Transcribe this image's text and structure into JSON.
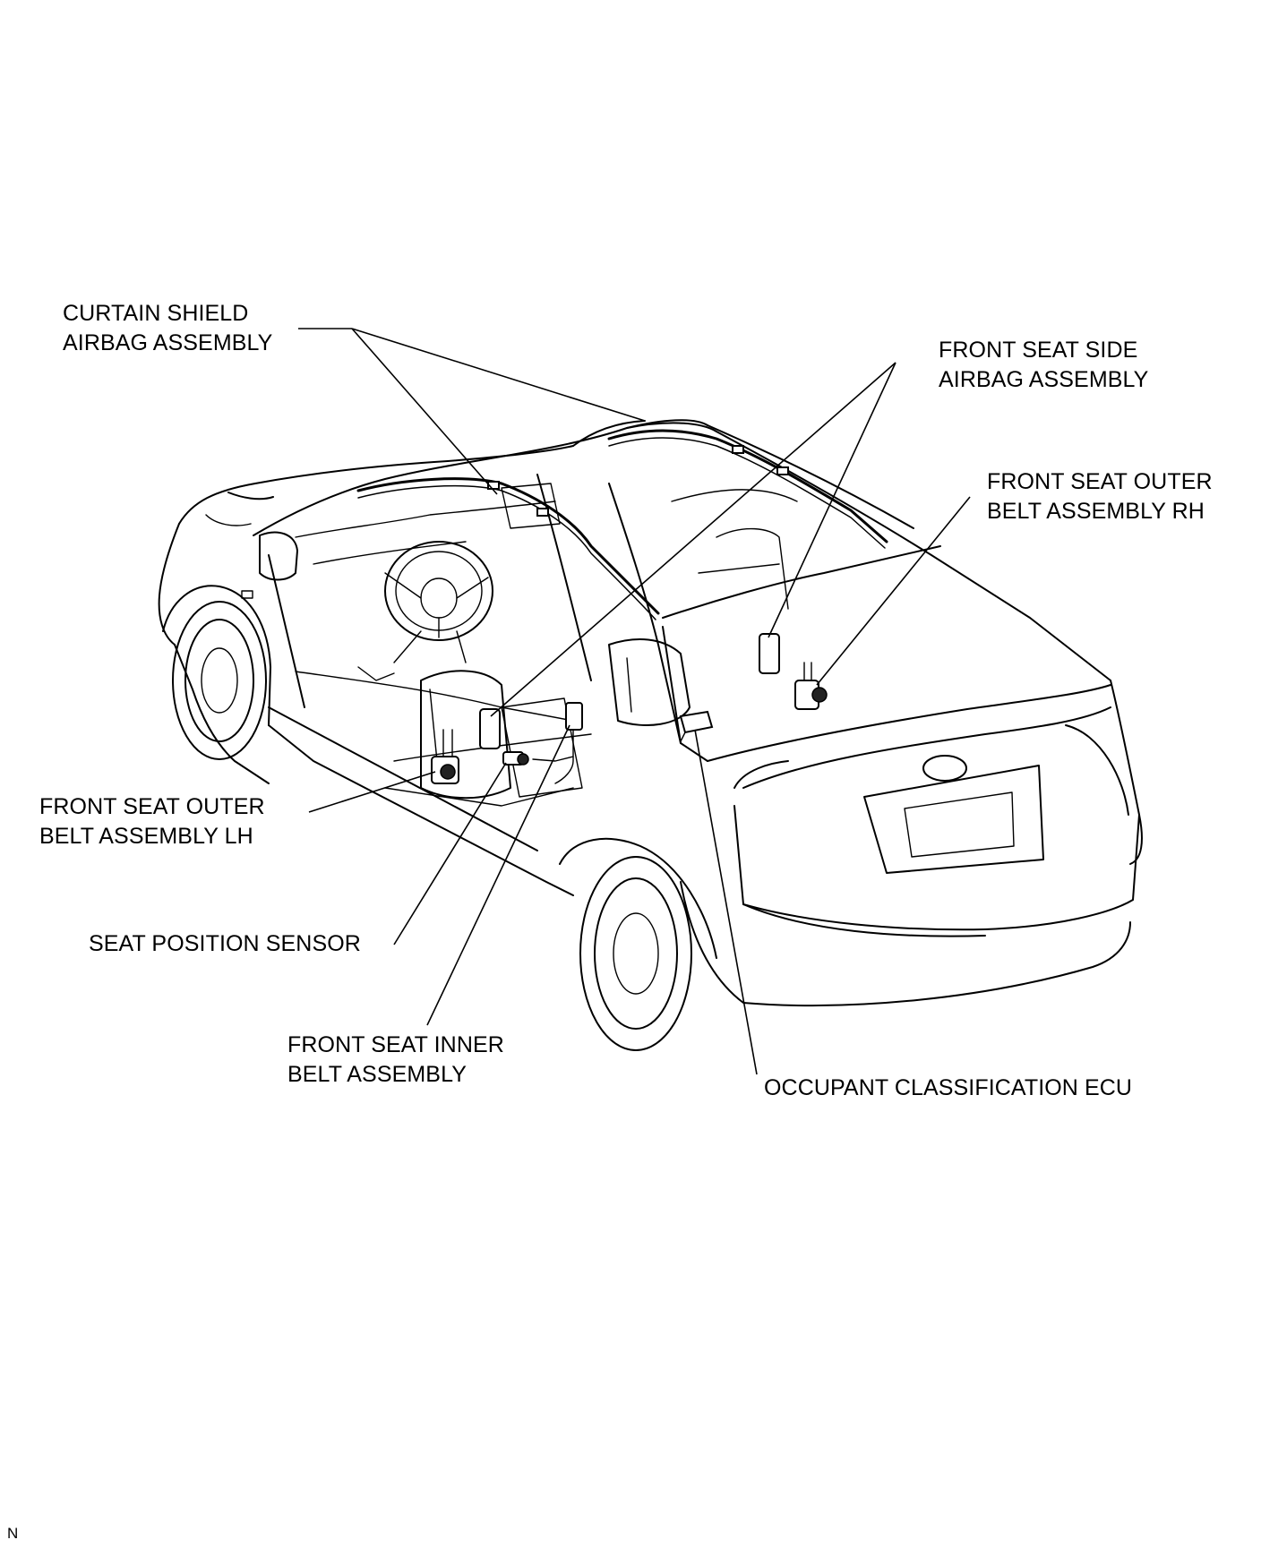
{
  "labels": {
    "curtain_shield": [
      "CURTAIN SHIELD",
      "AIRBAG ASSEMBLY"
    ],
    "front_seat_side": [
      "FRONT SEAT SIDE",
      "AIRBAG ASSEMBLY"
    ],
    "front_seat_outer_rh": [
      "FRONT SEAT OUTER",
      "BELT ASSEMBLY RH"
    ],
    "front_seat_outer_lh": [
      "FRONT SEAT OUTER",
      "BELT ASSEMBLY LH"
    ],
    "seat_position_sensor": [
      "SEAT POSITION SENSOR"
    ],
    "front_seat_inner": [
      "FRONT SEAT INNER",
      "BELT ASSEMBLY"
    ],
    "occupant_ecu": [
      "OCCUPANT CLASSIFICATION ECU"
    ]
  },
  "corner_mark": "N"
}
